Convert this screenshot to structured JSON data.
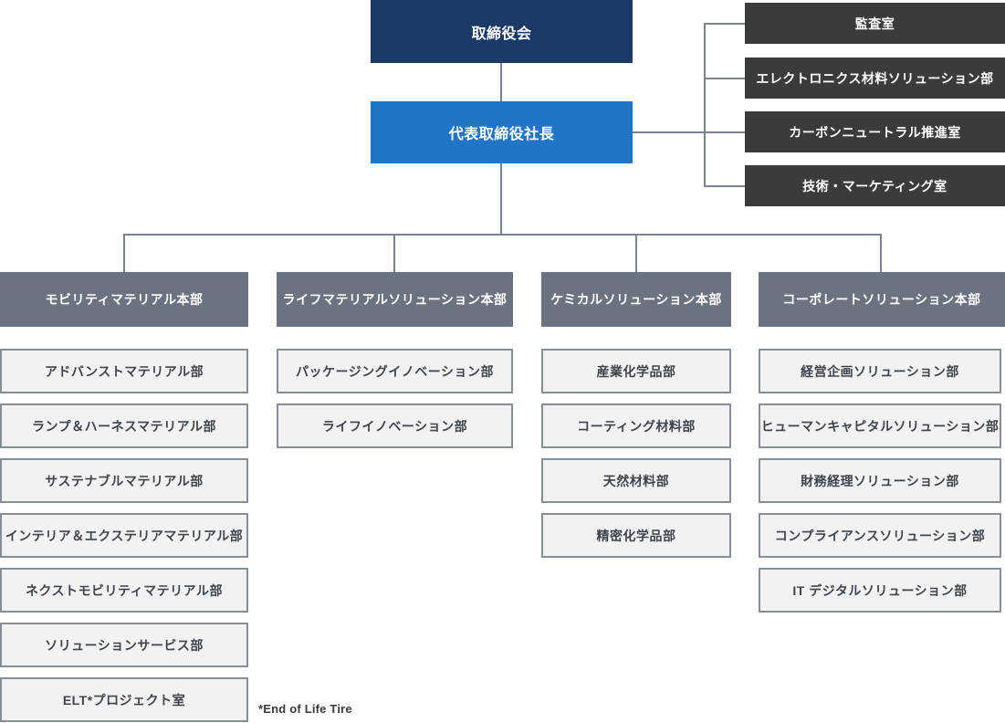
{
  "org": {
    "board": "取締役会",
    "president": "代表取締役社長",
    "staff_offices": [
      "監査室",
      "エレクトロニクス材料ソリューション部",
      "カーボンニュートラル推進室",
      "技術・マーケティング室"
    ],
    "divisions": [
      {
        "name": "モビリティマテリアル本部",
        "departments": [
          "アドバンストマテリアル部",
          "ランプ＆ハーネスマテリアル部",
          "サステナブルマテリアル部",
          "インテリア＆エクステリアマテリアル部",
          "ネクストモビリティマテリアル部",
          "ソリューションサービス部",
          "ELT*プロジェクト室"
        ]
      },
      {
        "name": "ライフマテリアルソリューション本部",
        "departments": [
          "パッケージングイノベーション部",
          "ライフイノベーション部"
        ]
      },
      {
        "name": "ケミカルソリューション本部",
        "departments": [
          "産業化学品部",
          "コーティング材料部",
          "天然材料部",
          "精密化学品部"
        ]
      },
      {
        "name": "コーポレートソリューション本部",
        "departments": [
          "経営企画ソリューション部",
          "ヒューマンキャピタルソリューション部",
          "財務経理ソリューション部",
          "コンプライアンスソリューション部",
          "IT デジタルソリューション部"
        ]
      }
    ],
    "footnote": "*End of Life Tire"
  },
  "colors": {
    "board_box": "#1b3a68",
    "president_box": "#2274c8",
    "staff_box": "#3b3b3b",
    "division_header": "#6c7380",
    "department_fill": "#f2f2f3",
    "department_border": "#878e98",
    "connector_line": "#7c828e",
    "text_on_dark": "#ffffff",
    "department_text": "#3f454d"
  }
}
